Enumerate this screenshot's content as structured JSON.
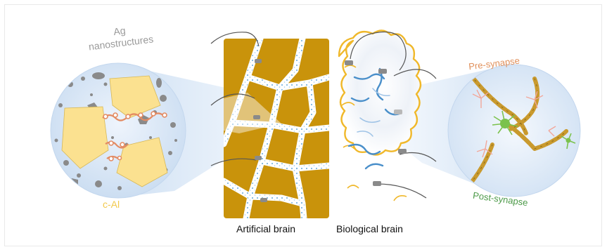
{
  "labels": {
    "ag_line1": "Ag",
    "ag_line2": "nanostructures",
    "c_al": "c-Al",
    "artificial_brain": "Artificial brain",
    "biological_brain": "Biological brain",
    "pre_synapse": "Pre-synapse",
    "post_synapse": "Post-synapse"
  },
  "colors": {
    "artificial_tile": "#c9930b",
    "c_al_fill": "#fbe190",
    "ag_grey": "#7b7b7b",
    "wire_orange": "#e38b63",
    "brain_outline": "#f0b82a",
    "brain_vessel": "#4a8fca",
    "neuron_green": "#7bc24d",
    "dendrite_pink": "#f2a79a",
    "axon_gold": "#c99a2e",
    "zoom_blue": "#dde9f7"
  }
}
